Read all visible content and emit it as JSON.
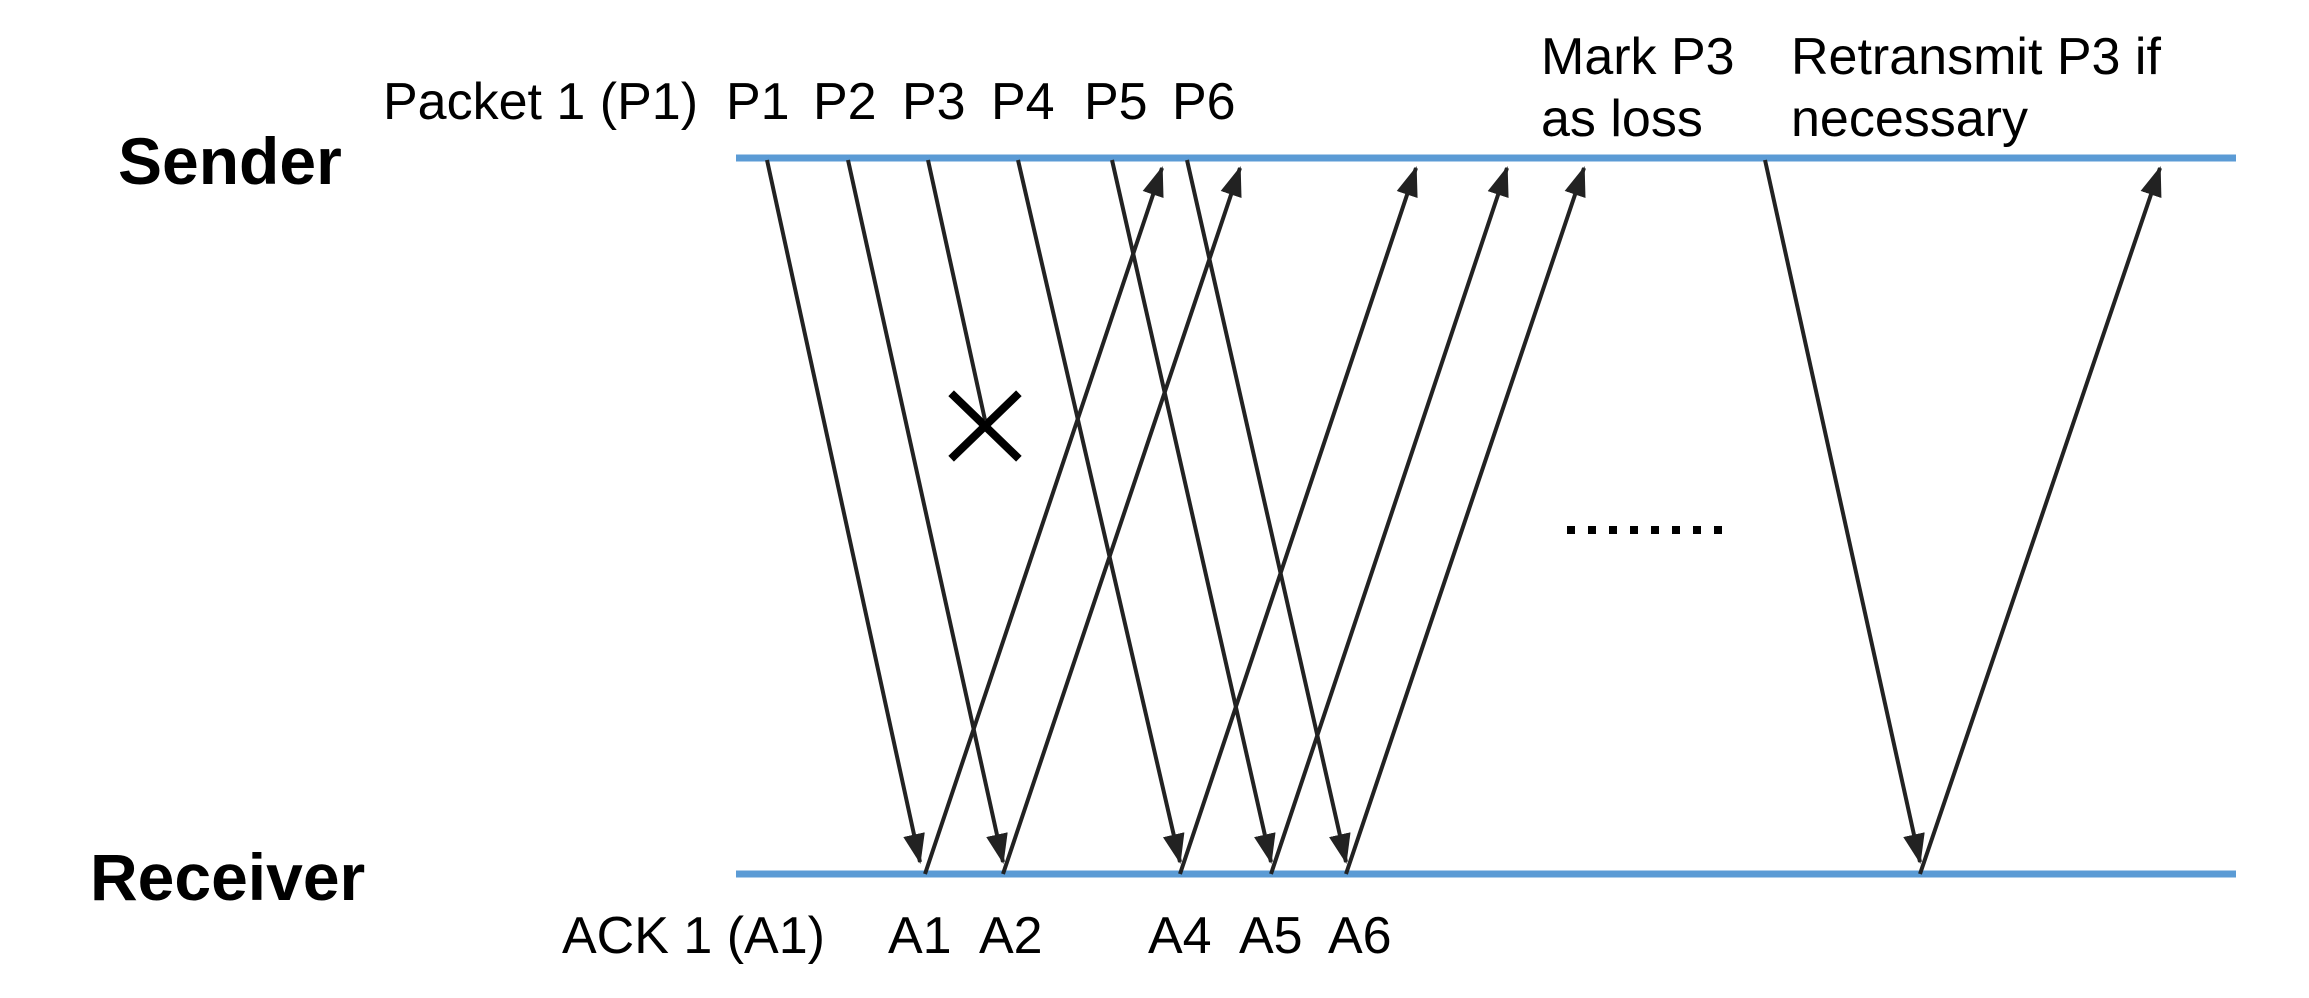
{
  "lanes": {
    "sender": "Sender",
    "receiver": "Receiver"
  },
  "packets": {
    "first_label": "Packet 1 (P1)",
    "labels": [
      "P1",
      "P2",
      "P3",
      "P4",
      "P5",
      "P6"
    ]
  },
  "acks": {
    "first_label": "ACK 1 (A1)",
    "labels": [
      "A1",
      "A2",
      "A4",
      "A5",
      "A6"
    ]
  },
  "annotations": {
    "mark_loss_line1": "Mark P3",
    "mark_loss_line2": "as loss",
    "retransmit_line1": "Retransmit P3 if",
    "retransmit_line2": "necessary"
  },
  "lost_packet": "P3",
  "colors": {
    "timeline": "#5b9bd5",
    "arrow": "#222222",
    "text": "#000000"
  }
}
